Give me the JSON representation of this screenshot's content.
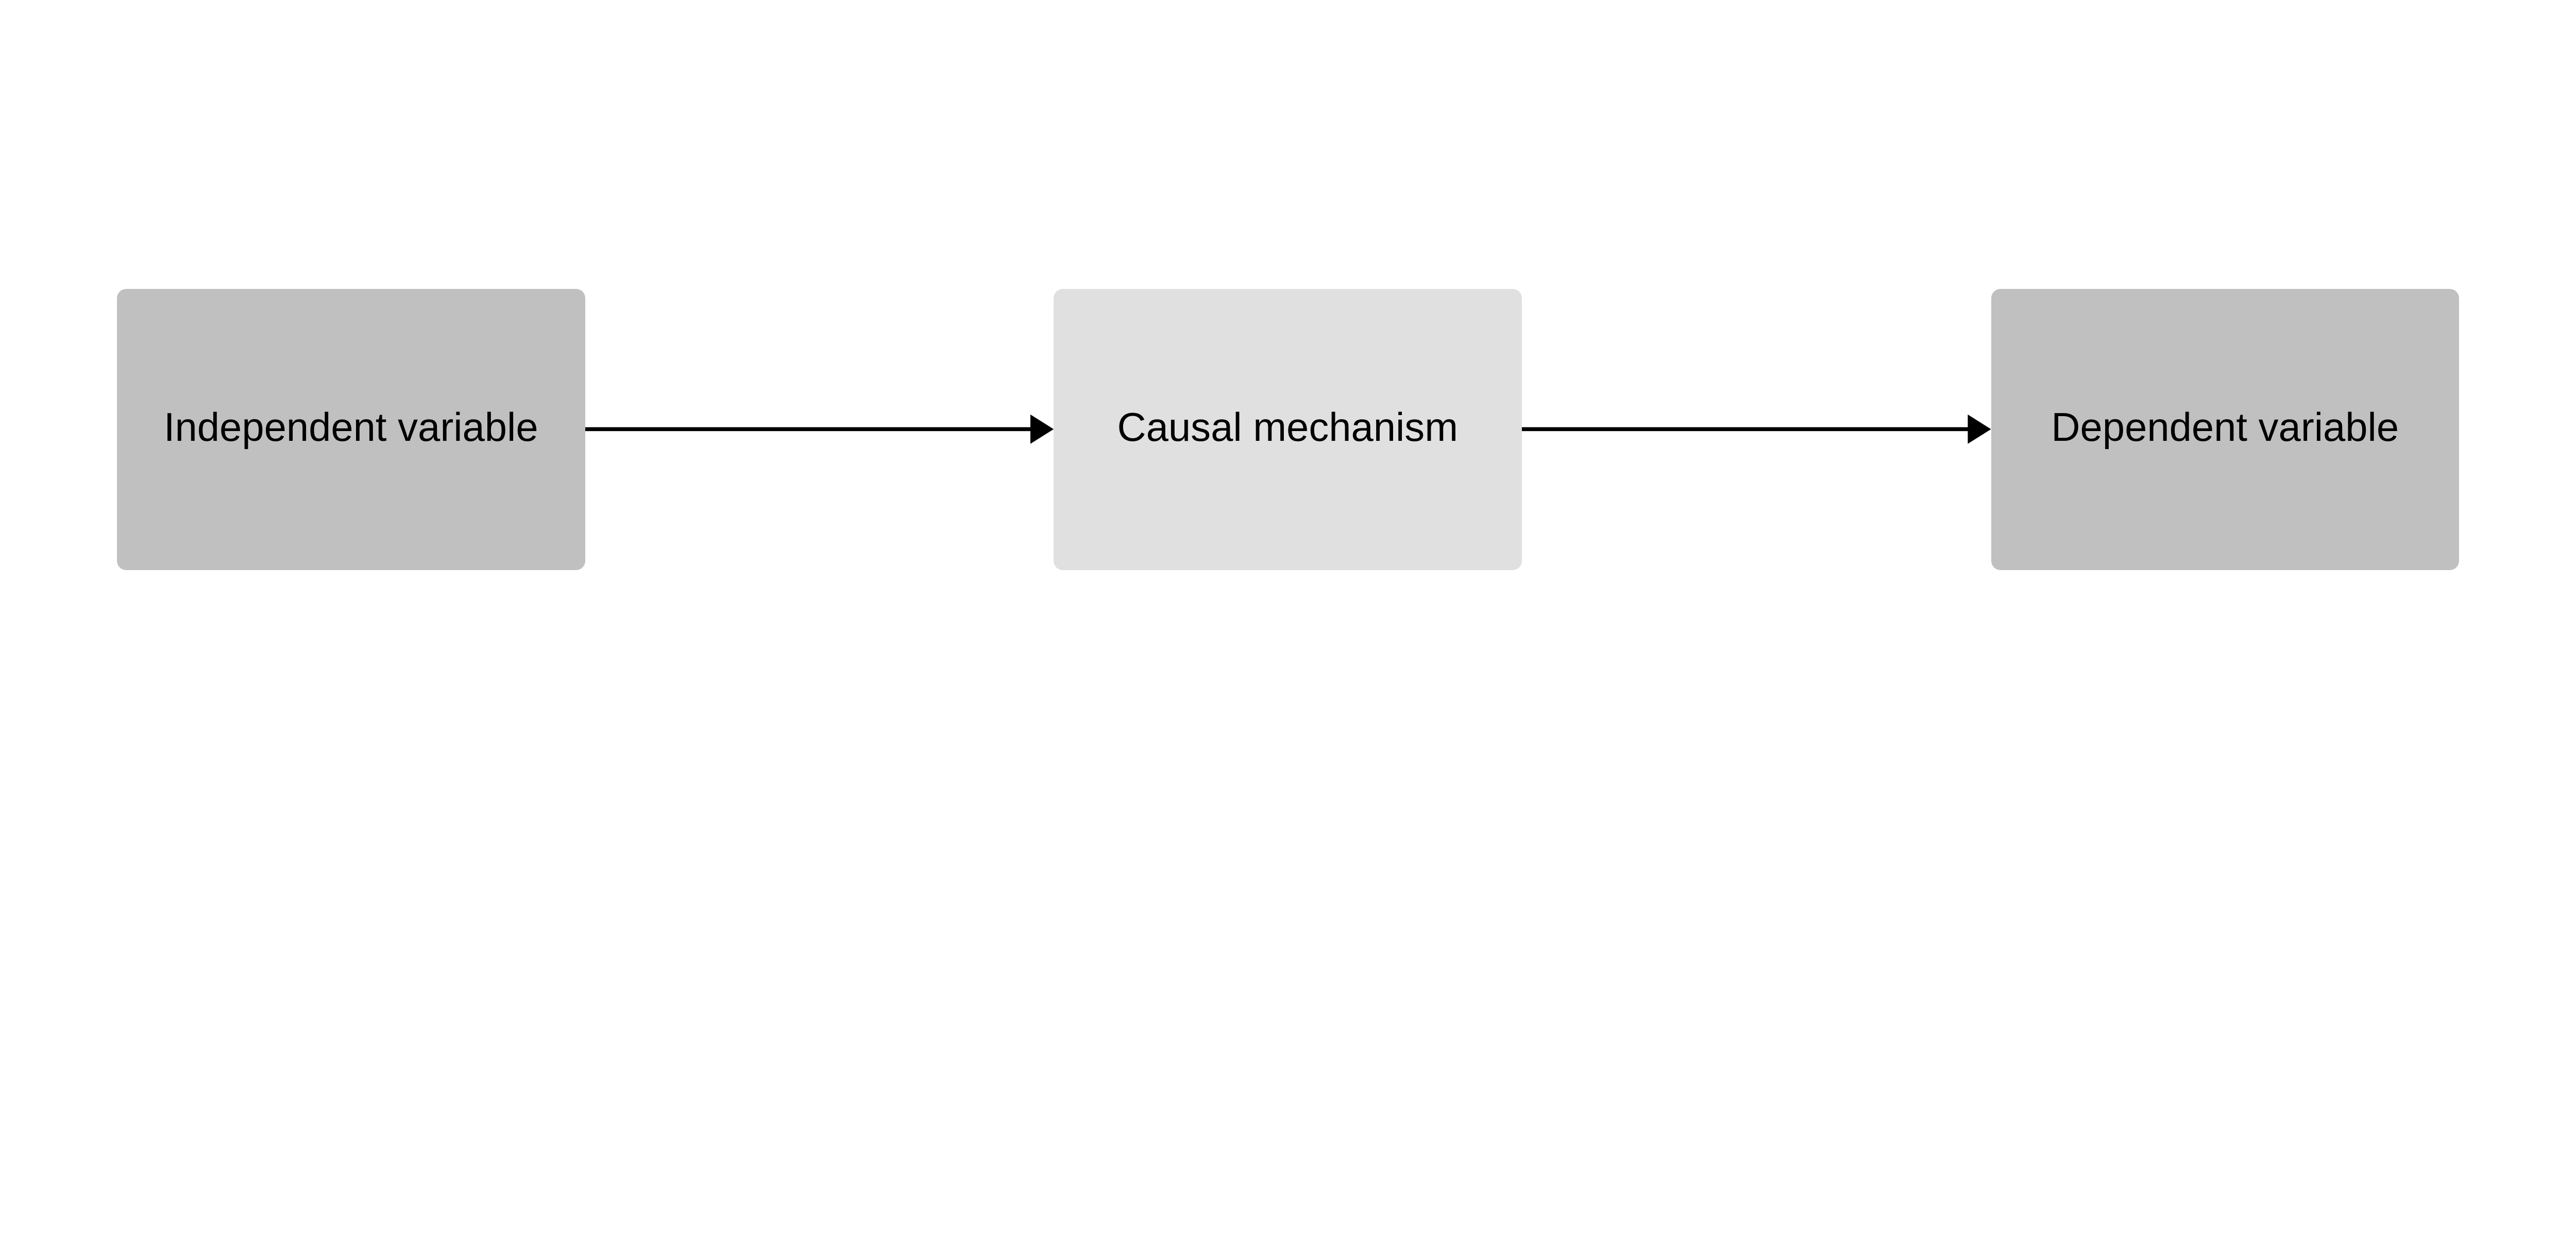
{
  "nodes": [
    {
      "label": "Independent variable",
      "color": "#c0c0c0"
    },
    {
      "label": "Causal mechanism",
      "color": "#e0e0e0"
    },
    {
      "label": "Dependent variable",
      "color": "#c0c0c0"
    }
  ],
  "edges": [
    {
      "from": "Independent variable",
      "to": "Causal mechanism"
    },
    {
      "from": "Causal mechanism",
      "to": "Dependent variable"
    }
  ],
  "arrow_color": "#000000"
}
